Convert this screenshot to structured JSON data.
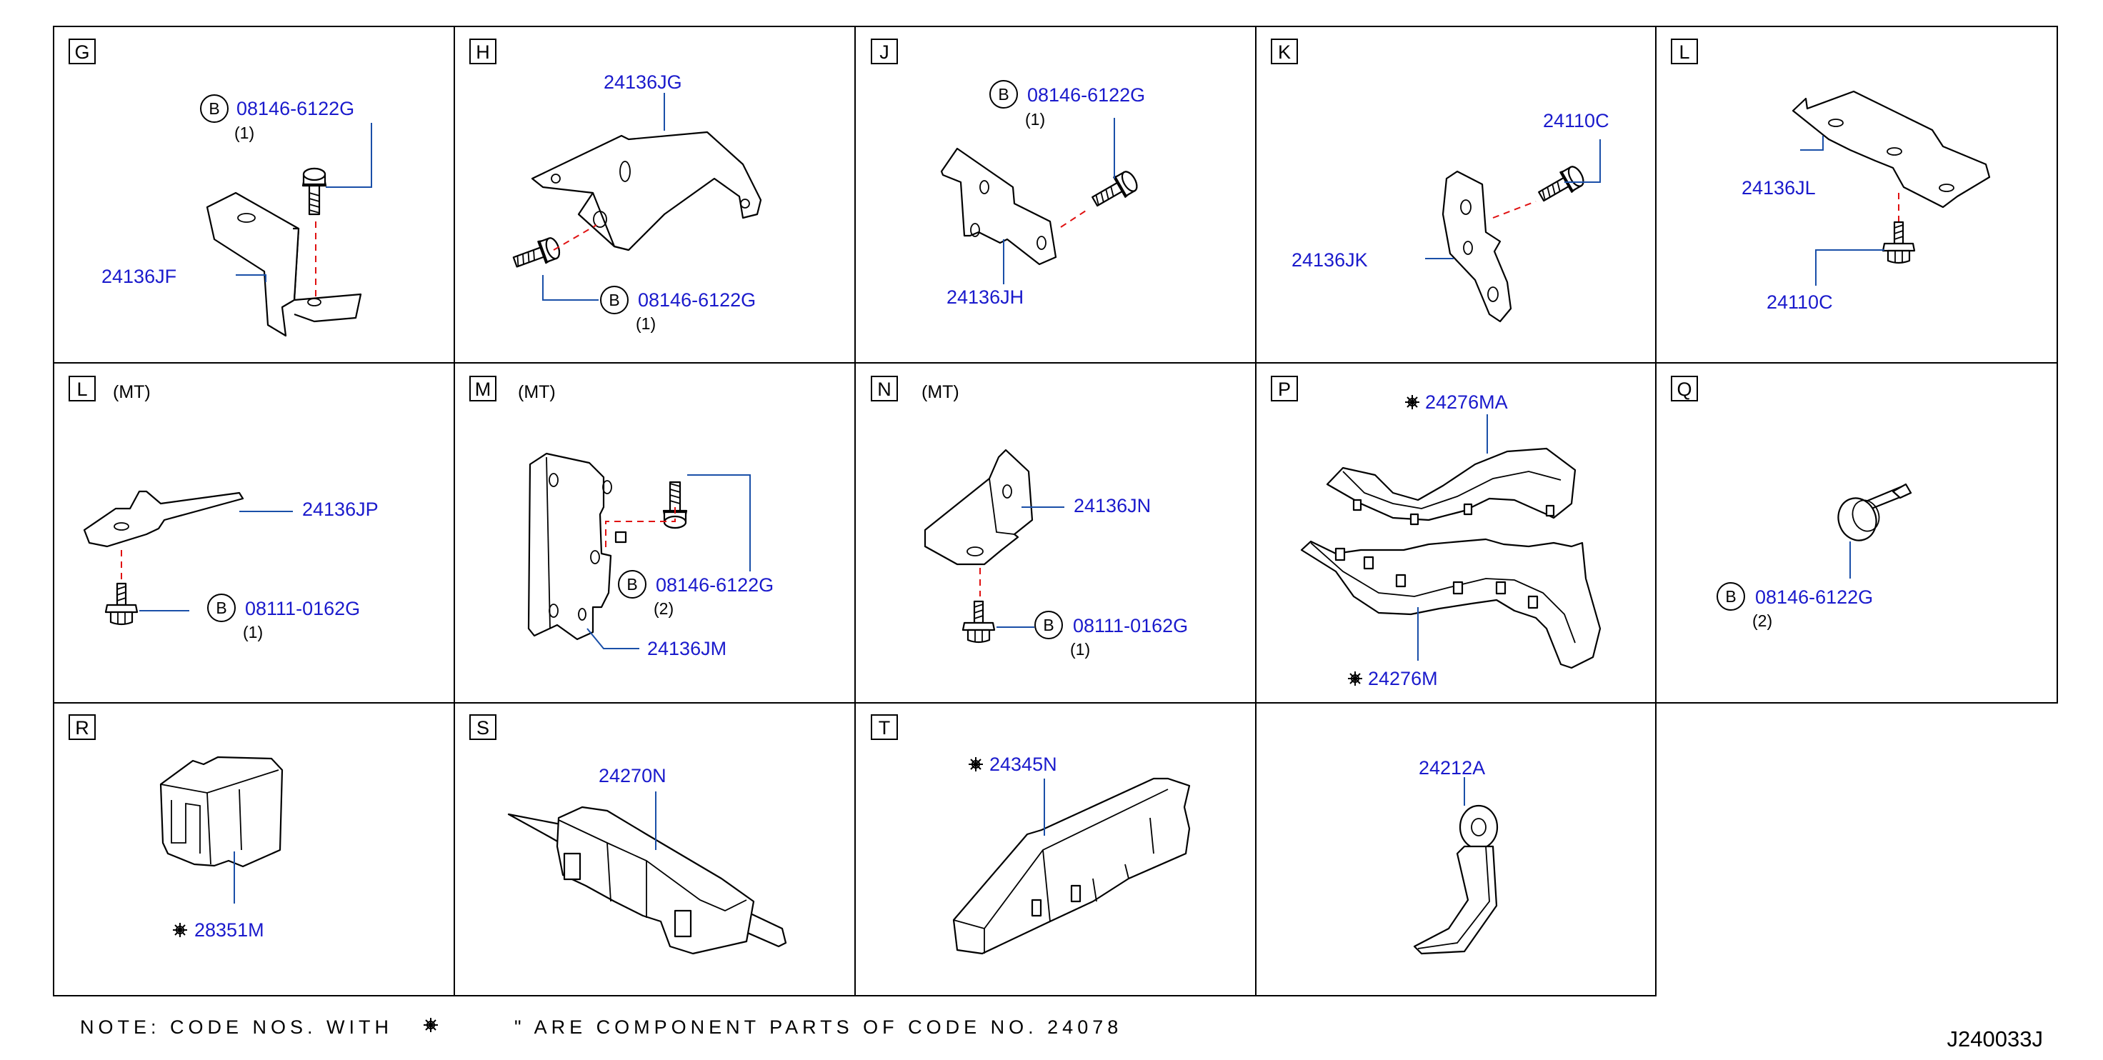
{
  "drawing_number": "J240033J",
  "note": {
    "prefix": "NOTE:  CODE  NOS.  WITH",
    "suffix": "\"  ARE  COMPONENT  PARTS  OF  CODE  NO.  24078"
  },
  "bolt_marker": "B",
  "cells": [
    {
      "letter": "G",
      "labels": [
        {
          "text": "08146-6122G",
          "qty": "(1)",
          "bolt": true
        },
        {
          "text": "24136JF"
        }
      ]
    },
    {
      "letter": "H",
      "labels": [
        {
          "text": "24136JG"
        },
        {
          "text": "08146-6122G",
          "qty": "(1)",
          "bolt": true
        }
      ]
    },
    {
      "letter": "J",
      "labels": [
        {
          "text": "08146-6122G",
          "qty": "(1)",
          "bolt": true
        },
        {
          "text": "24136JH"
        }
      ]
    },
    {
      "letter": "K",
      "labels": [
        {
          "text": "24110C"
        },
        {
          "text": "24136JK"
        }
      ]
    },
    {
      "letter": "L",
      "labels": [
        {
          "text": "24136JL"
        },
        {
          "text": "24110C"
        }
      ]
    },
    {
      "letter": "L",
      "condition": "(MT)",
      "labels": [
        {
          "text": "24136JP"
        },
        {
          "text": "08111-0162G",
          "qty": "(1)",
          "bolt": true
        }
      ]
    },
    {
      "letter": "M",
      "condition": "(MT)",
      "labels": [
        {
          "text": "08146-6122G",
          "qty": "(2)",
          "bolt": true
        },
        {
          "text": "24136JM"
        }
      ]
    },
    {
      "letter": "N",
      "condition": "(MT)",
      "labels": [
        {
          "text": "24136JN"
        },
        {
          "text": "08111-0162G",
          "qty": "(1)",
          "bolt": true
        }
      ]
    },
    {
      "letter": "P",
      "labels": [
        {
          "text": "24276MA",
          "component": true
        },
        {
          "text": "24276M",
          "component": true
        }
      ]
    },
    {
      "letter": "Q",
      "labels": [
        {
          "text": "08146-6122G",
          "qty": "(2)",
          "bolt": true
        }
      ]
    },
    {
      "letter": "R",
      "labels": [
        {
          "text": "28351M",
          "component": true
        }
      ]
    },
    {
      "letter": "S",
      "labels": [
        {
          "text": "24270N"
        }
      ]
    },
    {
      "letter": "T",
      "labels": [
        {
          "text": "24345N",
          "component": true
        }
      ]
    },
    {
      "letter": "",
      "labels": [
        {
          "text": "24212A"
        }
      ]
    }
  ]
}
